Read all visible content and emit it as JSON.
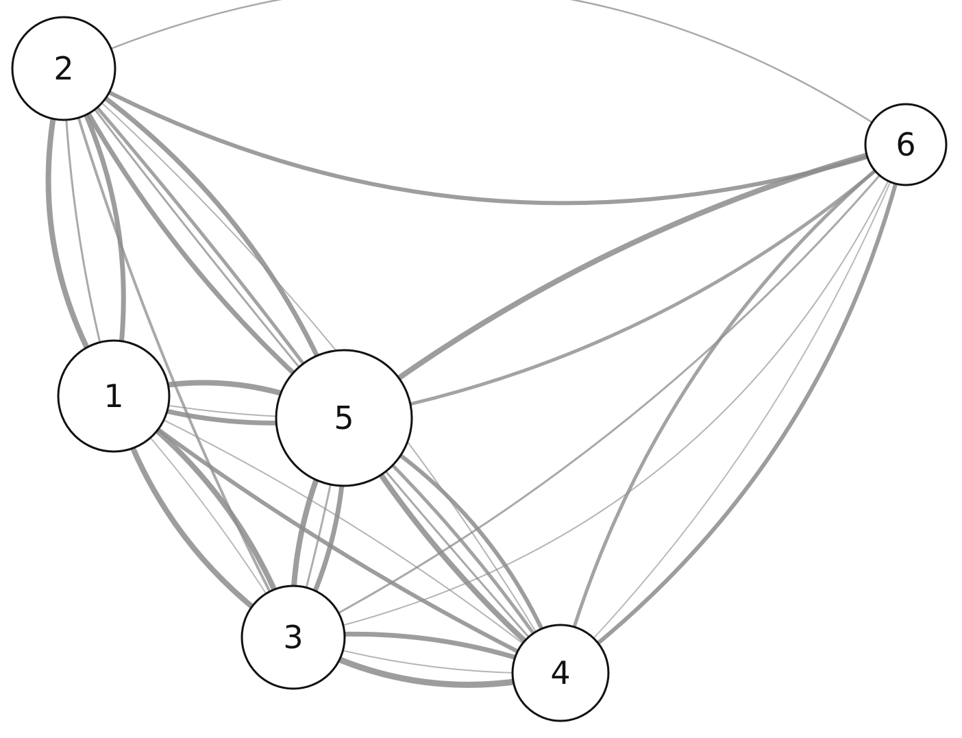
{
  "colors": {
    "background": "#ffffff",
    "edge": "#8c8c8c",
    "node_fill": "#ffffff",
    "node_stroke": "#111111",
    "label": "#111111"
  },
  "nodes": [
    {
      "id": "2",
      "label": "2"
    },
    {
      "id": "6",
      "label": "6"
    },
    {
      "id": "1",
      "label": "1"
    },
    {
      "id": "5",
      "label": "5"
    },
    {
      "id": "3",
      "label": "3"
    },
    {
      "id": "4",
      "label": "4"
    }
  ],
  "edges": [
    {
      "source": "2",
      "target": "6"
    },
    {
      "source": "2",
      "target": "6"
    },
    {
      "source": "2",
      "target": "1"
    },
    {
      "source": "2",
      "target": "1"
    },
    {
      "source": "2",
      "target": "1"
    },
    {
      "source": "2",
      "target": "5"
    },
    {
      "source": "2",
      "target": "5"
    },
    {
      "source": "2",
      "target": "5"
    },
    {
      "source": "2",
      "target": "3"
    },
    {
      "source": "2",
      "target": "4"
    },
    {
      "source": "2",
      "target": "4"
    },
    {
      "source": "6",
      "target": "5"
    },
    {
      "source": "6",
      "target": "5"
    },
    {
      "source": "6",
      "target": "3"
    },
    {
      "source": "6",
      "target": "3"
    },
    {
      "source": "6",
      "target": "4"
    },
    {
      "source": "6",
      "target": "4"
    },
    {
      "source": "6",
      "target": "4"
    },
    {
      "source": "1",
      "target": "5"
    },
    {
      "source": "1",
      "target": "5"
    },
    {
      "source": "1",
      "target": "5"
    },
    {
      "source": "1",
      "target": "3"
    },
    {
      "source": "1",
      "target": "3"
    },
    {
      "source": "1",
      "target": "3"
    },
    {
      "source": "1",
      "target": "4"
    },
    {
      "source": "1",
      "target": "4"
    },
    {
      "source": "5",
      "target": "3"
    },
    {
      "source": "5",
      "target": "3"
    },
    {
      "source": "5",
      "target": "3"
    },
    {
      "source": "5",
      "target": "4"
    },
    {
      "source": "5",
      "target": "4"
    },
    {
      "source": "5",
      "target": "4"
    },
    {
      "source": "3",
      "target": "4"
    },
    {
      "source": "3",
      "target": "4"
    },
    {
      "source": "3",
      "target": "4"
    }
  ]
}
